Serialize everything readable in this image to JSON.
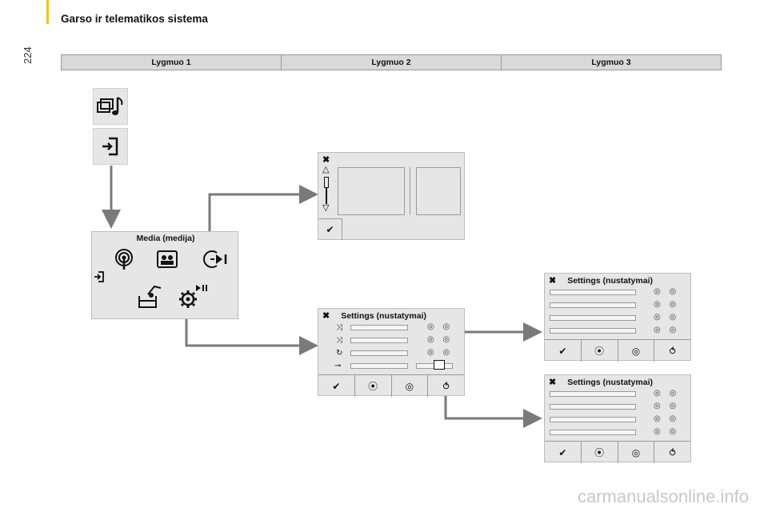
{
  "page": {
    "number": "224",
    "title": "Garso ir telematikos sistema",
    "accent": "#f0c419"
  },
  "levels": [
    "Lygmuo 1",
    "Lygmuo 2",
    "Lygmuo 3"
  ],
  "media_panel": {
    "title": "Media (medija)"
  },
  "settings": {
    "title": "Settings (nustatymai)"
  },
  "icons": {
    "close": "✖",
    "check": "✔",
    "radio": "◎ ◎",
    "up": "△",
    "down": "▽"
  },
  "watermark": "carmanualsonline.info"
}
